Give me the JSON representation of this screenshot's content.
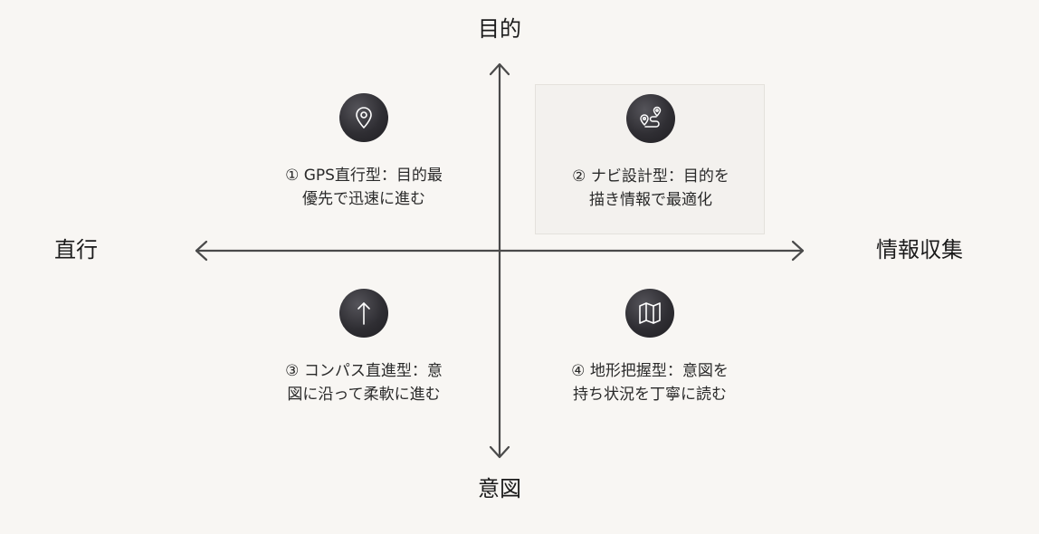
{
  "axes": {
    "top": "目的",
    "bottom": "意図",
    "left": "直行",
    "right": "情報収集"
  },
  "quadrants": [
    {
      "id": "q1",
      "icon": "location-pin-icon",
      "lines": [
        "① GPS直行型：目的最",
        "優先で迅速に進む"
      ],
      "highlighted": false
    },
    {
      "id": "q2",
      "icon": "route-icon",
      "lines": [
        "② ナビ設計型：目的を",
        "描き情報で最適化"
      ],
      "highlighted": true
    },
    {
      "id": "q3",
      "icon": "arrow-up-icon",
      "lines": [
        "③ コンパス直進型：意",
        "図に沿って柔軟に進む"
      ],
      "highlighted": false
    },
    {
      "id": "q4",
      "icon": "map-icon",
      "lines": [
        "④ 地形把握型：意図を",
        "持ち状況を丁寧に読む"
      ],
      "highlighted": false
    }
  ],
  "colors": {
    "background": "#f8f6f3",
    "axis": "#4a4a4a",
    "icon_bg": "#2f2e33",
    "icon_fg": "#ffffff",
    "highlight_bg": "#f3f1ee"
  }
}
